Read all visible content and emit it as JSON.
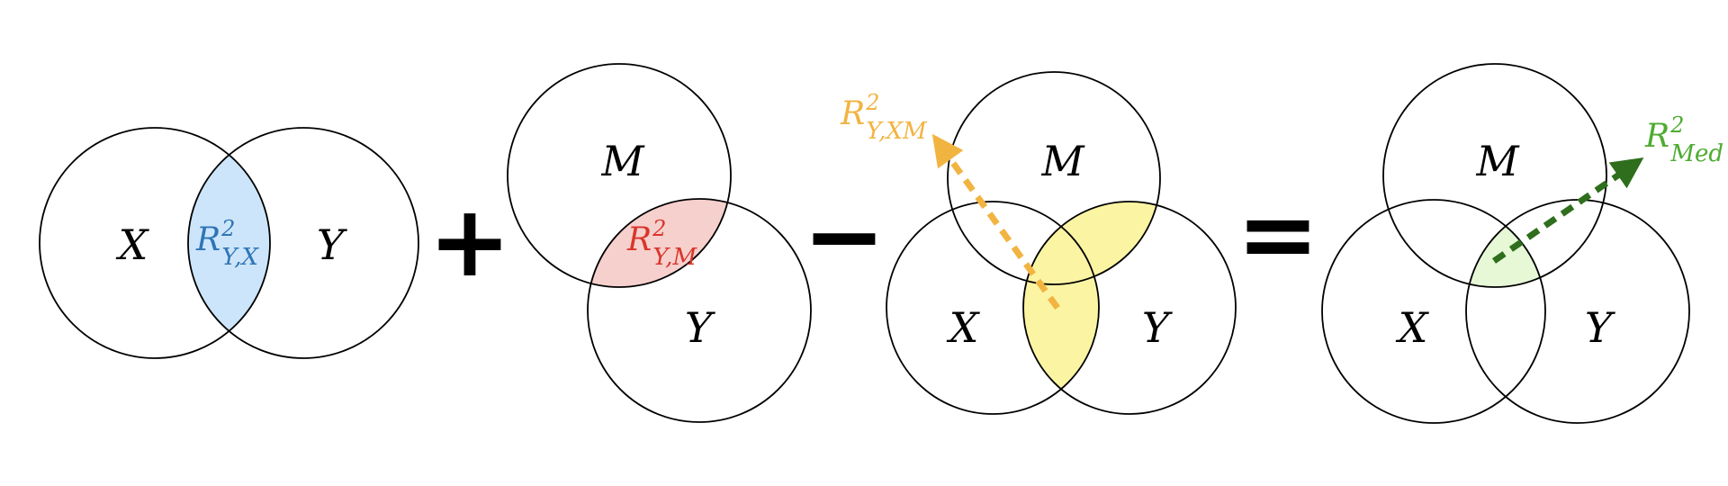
{
  "colors": {
    "blue_fill": "#cce5fb",
    "blue_text": "#2f75b5",
    "red_fill": "#f6d0cd",
    "red_text": "#d9352a",
    "yellow_fill": "#fbf4a3",
    "orange_arrow": "#f2b441",
    "green_fill": "#e6f8d6",
    "green_arrow": "#2e6e1c",
    "green_text": "#4fab33"
  },
  "panels": {
    "p1": {
      "label_x": "X",
      "label_y": "Y",
      "r2_base": "R",
      "r2_sup": "2",
      "r2_sub": "Y,X"
    },
    "p2": {
      "label_m": "M",
      "label_y": "Y",
      "r2_base": "R",
      "r2_sup": "2",
      "r2_sub": "Y,M"
    },
    "p3": {
      "label_m": "M",
      "label_x": "X",
      "label_y": "Y",
      "r2_base": "R",
      "r2_sup": "2",
      "r2_sub": "Y,XM"
    },
    "p4": {
      "label_m": "M",
      "label_x": "X",
      "label_y": "Y",
      "r2_base": "R",
      "r2_sup": "2",
      "r2_sub": "Med"
    }
  },
  "operators": {
    "plus": "+",
    "minus": "−",
    "equals": "="
  }
}
